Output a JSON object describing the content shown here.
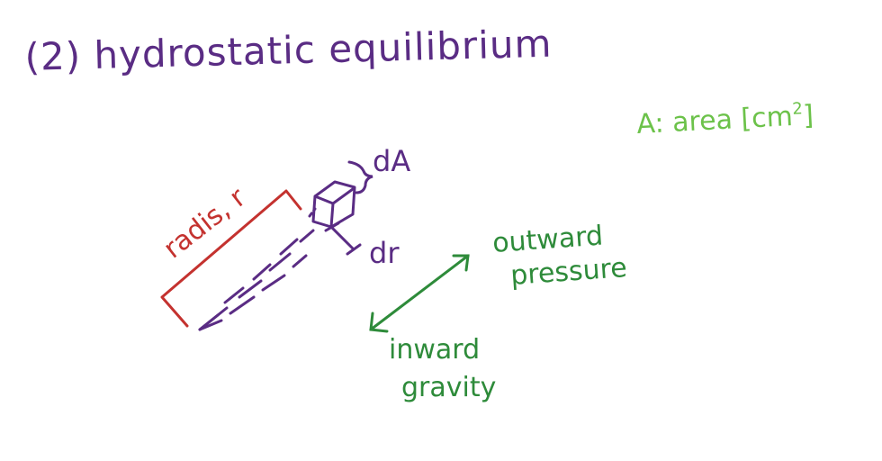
{
  "title": "(2) hydrostatic equilibrium",
  "area_note": "A: area [cm",
  "area_note_exponent": "2",
  "area_note_close": "]",
  "radius_label": "radis, r",
  "dA_label": "dA",
  "dr_label": "dr",
  "outward_line1": "outward",
  "outward_line2": "pressure",
  "inward_line1": "inward",
  "inward_line2": "gravity",
  "colors": {
    "purple": "#5a2c84",
    "red": "#c4322f",
    "green": "#2e8b3a",
    "light_green": "#6cc24a"
  }
}
